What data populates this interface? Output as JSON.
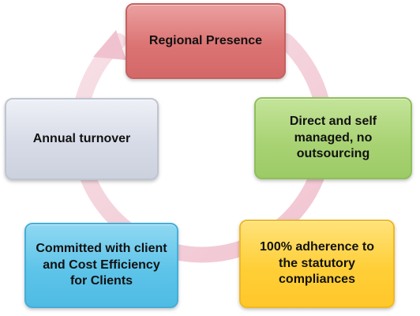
{
  "diagram": {
    "type": "cycle",
    "arrow_color": "#f0c6d2",
    "nodes": [
      {
        "id": "regional",
        "label": "Regional Presence",
        "color": "#dc7474"
      },
      {
        "id": "direct",
        "label": "Direct and self managed, no outsourcing",
        "color": "#a9d374"
      },
      {
        "id": "adherence",
        "label": "100% adherence to the statutory compliances",
        "color": "#ffcf38"
      },
      {
        "id": "committed",
        "label": "Committed with client and Cost Efficiency for Clients",
        "color": "#5ec4e9"
      },
      {
        "id": "turnover",
        "label": "Annual turnover",
        "color": "#d7dbe7"
      }
    ]
  }
}
